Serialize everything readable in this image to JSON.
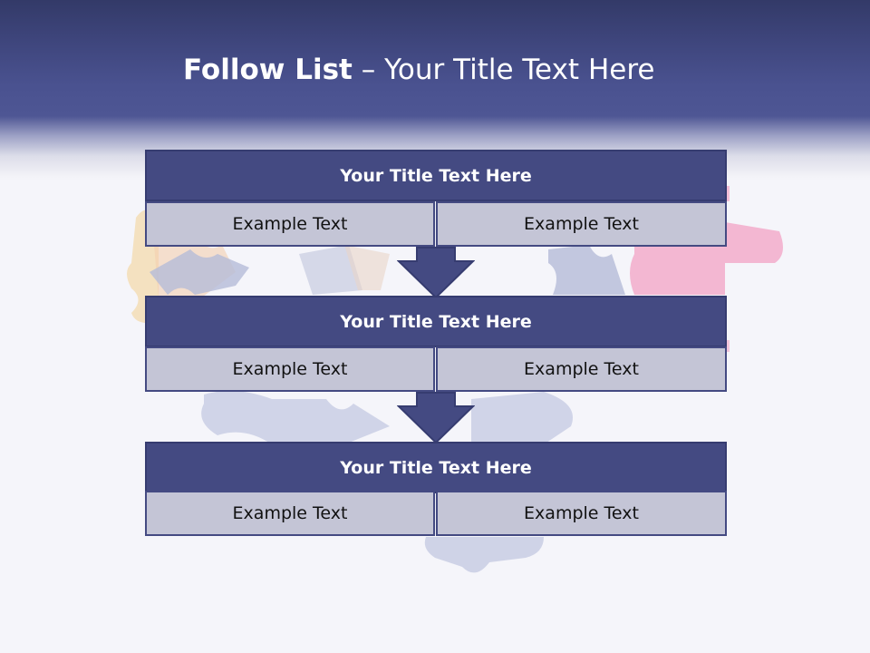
{
  "header": {
    "title_bold": "Follow List",
    "title_rest": "– Your Title Text Here"
  },
  "rows": [
    {
      "title": "Your Title Text Here",
      "left": "Example Text",
      "right": "Example Text"
    },
    {
      "title": "Your Title Text Here",
      "left": "Example Text",
      "right": "Example Text"
    },
    {
      "title": "Your Title Text Here",
      "left": "Example Text",
      "right": "Example Text"
    }
  ],
  "colors": {
    "header": "#4a5290",
    "row_title": "#444a82",
    "cell": "#c4c5d6",
    "arrow": "#444a82"
  },
  "icons": {
    "arrow": "arrow-down-icon",
    "decoration": "puzzle-pieces-background"
  }
}
